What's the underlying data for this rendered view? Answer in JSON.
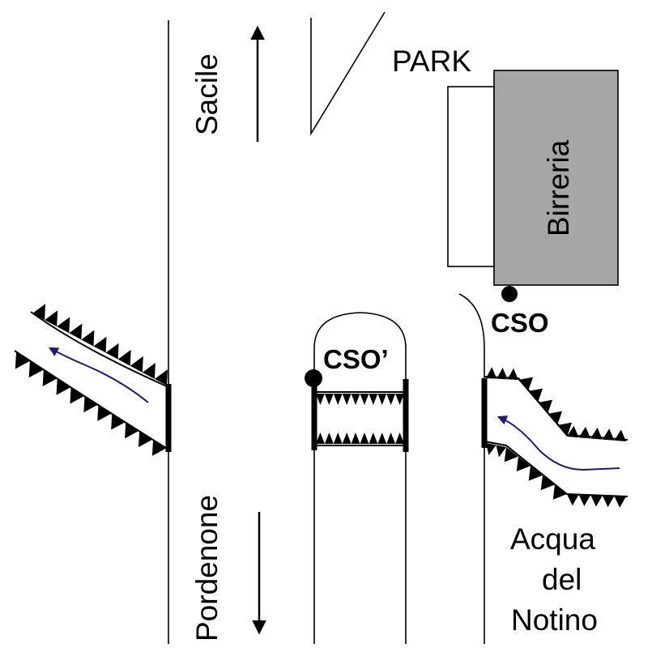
{
  "labels": {
    "sacile": "Sacile",
    "pordenone": "Pordenone",
    "park": "PARK",
    "birreria": "Birreria",
    "cso": "CSO",
    "cso_prime": "CSO’",
    "acqua_line1": "Acqua",
    "acqua_line2": "del",
    "acqua_line3": "Notino"
  },
  "colors": {
    "line": "#000000",
    "building_fill": "#a6a6a6",
    "flow_arrow": "#1f1a7a",
    "background": "#ffffff"
  },
  "icons": {
    "up_arrow": "arrow-up-icon",
    "down_arrow": "arrow-down-icon",
    "overflow_point": "filled-circle-icon",
    "flow_arrow": "flow-arrow-icon"
  }
}
